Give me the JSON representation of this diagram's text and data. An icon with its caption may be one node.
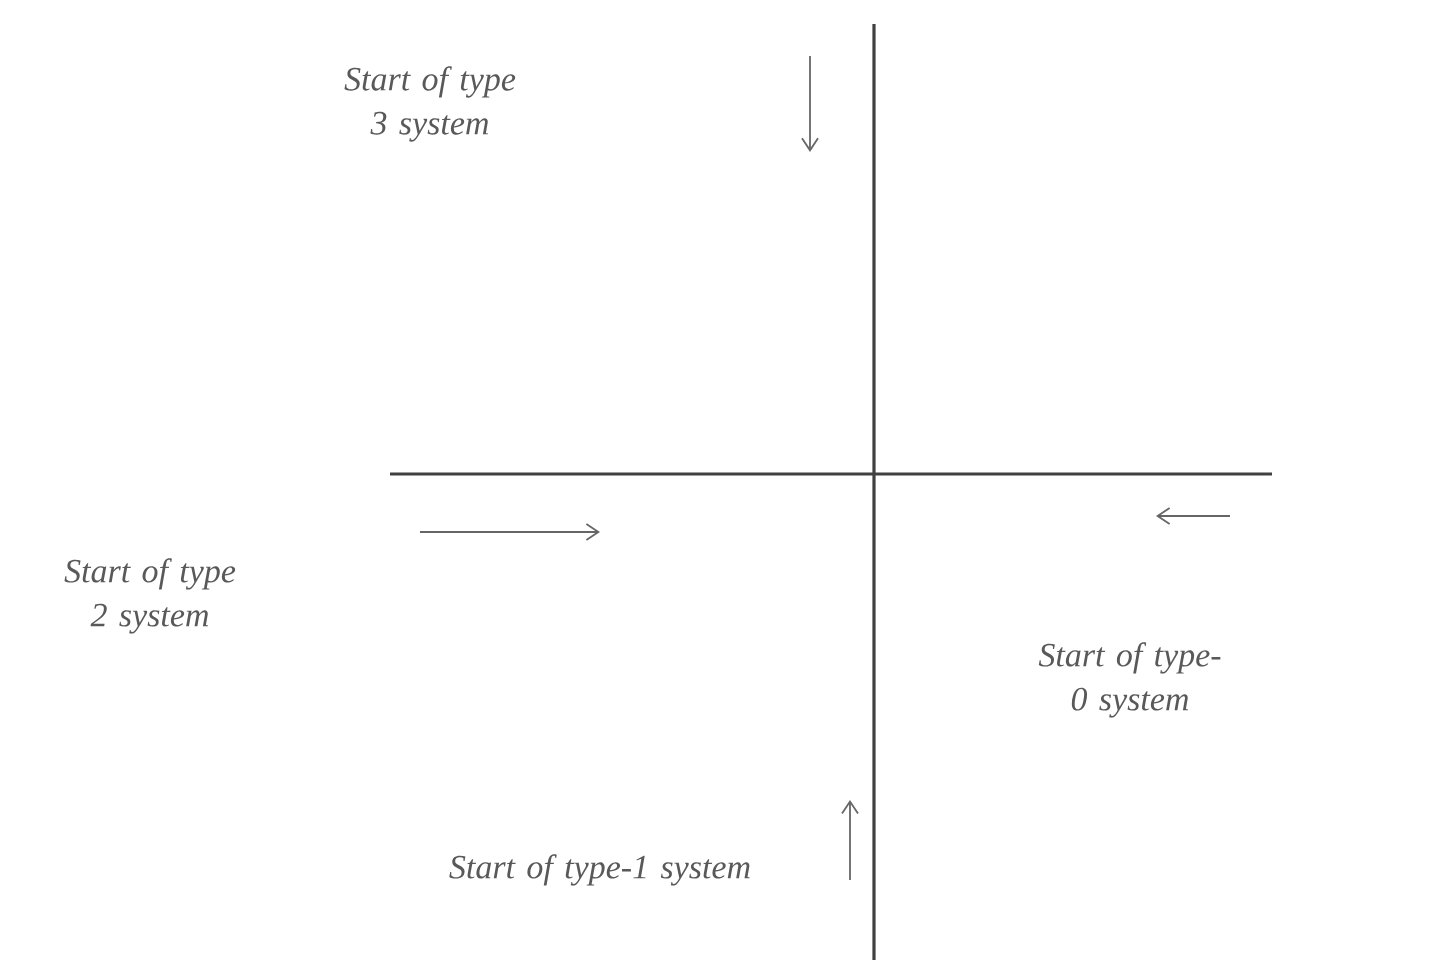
{
  "diagram": {
    "labels": [
      "Start of type 3 system",
      "Start of type 2 system",
      "Start of type-0 system",
      "Start of type-1 system"
    ]
  }
}
